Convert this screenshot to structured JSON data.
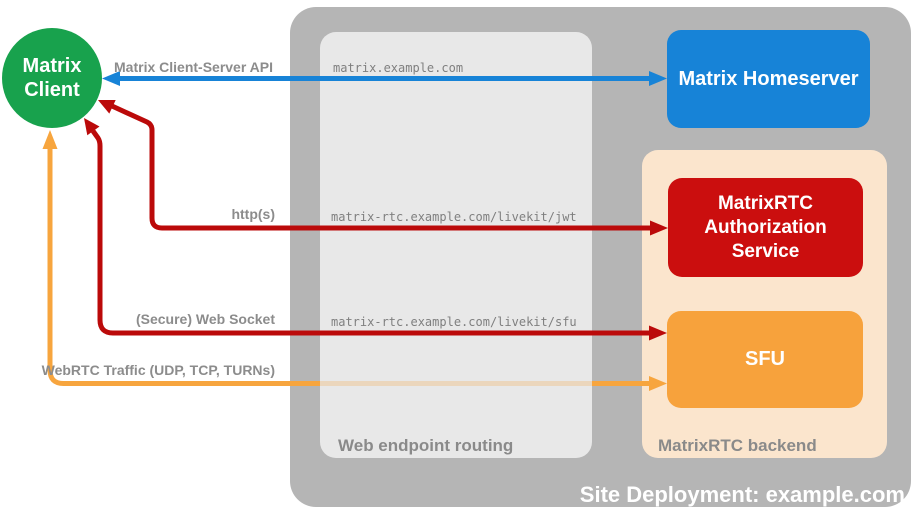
{
  "colors": {
    "green": "#18a24d",
    "blue": "#1783d7",
    "red_box": "#cb0e0e",
    "red_arrow": "#bb0a0a",
    "orange_box": "#f7a23c",
    "orange_arrow": "#f7a53e",
    "peach_container": "#fbe5cd",
    "site_container_gray": "#b5b5b5",
    "routing_box_gray": "#e8e8e8",
    "label_gray": "#8c8c8c",
    "url_gray": "#7f7f7f",
    "white_text": "#ffffff"
  },
  "client": {
    "line1": "Matrix",
    "line2": "Client"
  },
  "homeserver": {
    "label": "Matrix Homeserver"
  },
  "auth_service": {
    "label": "MatrixRTC Authorization Service"
  },
  "sfu": {
    "label": "SFU"
  },
  "containers": {
    "site_deployment": {
      "label": "Site Deployment: example.com"
    },
    "web_endpoint_routing": {
      "label": "Web endpoint routing"
    },
    "matrixrtc_backend": {
      "label": "MatrixRTC backend"
    }
  },
  "arrows": {
    "client_server_api": {
      "label": "Matrix Client-Server API",
      "route": "matrix.example.com"
    },
    "https": {
      "label": "http(s)",
      "route": "matrix-rtc.example.com/livekit/jwt"
    },
    "web_socket": {
      "label": "(Secure) Web Socket",
      "route": "matrix-rtc.example.com/livekit/sfu"
    },
    "webrtc_traffic": {
      "label": "WebRTC Traffic (UDP, TCP, TURNs)"
    }
  }
}
